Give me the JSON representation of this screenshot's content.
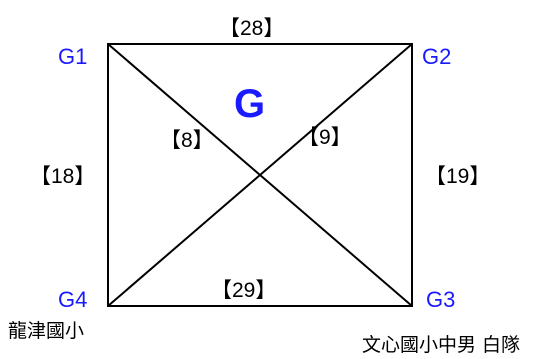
{
  "group": {
    "title": "G"
  },
  "nodes": {
    "g1": "G1",
    "g2": "G2",
    "g3": "G3",
    "g4": "G4"
  },
  "edges": {
    "g1_g2": "【28】",
    "g4_g3": "【29】",
    "g1_g4": "【18】",
    "g2_g3": "【19】",
    "g1_g3": "【8】",
    "g2_g4": "【9】"
  },
  "captions": {
    "left": "龍津國小",
    "right": "文心國小中男 白隊"
  }
}
